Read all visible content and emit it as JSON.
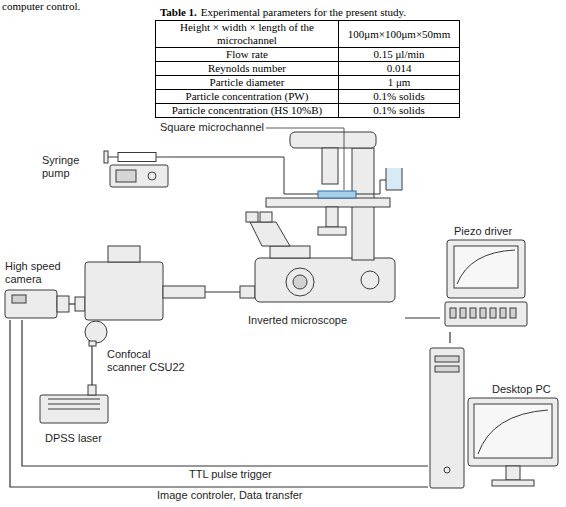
{
  "diagram": {
    "nodes": [
      {
        "text": [
          "Square microchannel"
        ]
      },
      {
        "text": [
          "Syringe pump"
        ]
      },
      {
        "text": [
          "Inverted microscope"
        ]
      },
      {
        "text": [
          "Piezo driver"
        ]
      },
      {
        "text": [
          "High speed camera"
        ]
      },
      {
        "text": [
          "Confocal scanner CSU22"
        ]
      },
      {
        "text": [
          "DPSS laser"
        ]
      },
      {
        "text": [
          "Desktop PC"
        ]
      }
    ],
    "edges": [
      {
        "from": 1,
        "to": 2,
        "arrow": "none"
      },
      {
        "from": 4,
        "to": 7,
        "label": "TTL pulse trigger",
        "arrow": "none"
      },
      {
        "from": 4,
        "to": 7,
        "label": "Image controler, Data transfer",
        "arrow": "none"
      },
      {
        "from": 3,
        "to": 7,
        "arrow": "none"
      },
      {
        "from": 3,
        "to": 2,
        "arrow": "none"
      },
      {
        "from": 5,
        "to": 2,
        "arrow": "none"
      },
      {
        "from": 6,
        "to": 5,
        "arrow": "none"
      },
      {
        "from": 4,
        "to": 5,
        "arrow": "none"
      }
    ],
    "labels": [
      "computer control.",
      "Table 1.",
      "Experimental parameters for the present study.",
      "Height × width × length of the microchannel",
      "100μm×100μm×50mm",
      "Flow rate",
      "0.15 μl/min",
      "Reynolds number",
      "0.014",
      "Particle diameter",
      "1 μm",
      "Particle concentration (PW)",
      "0.1% solids",
      "Particle concentration (HS 10%B)",
      "0.1% solids"
    ]
  }
}
